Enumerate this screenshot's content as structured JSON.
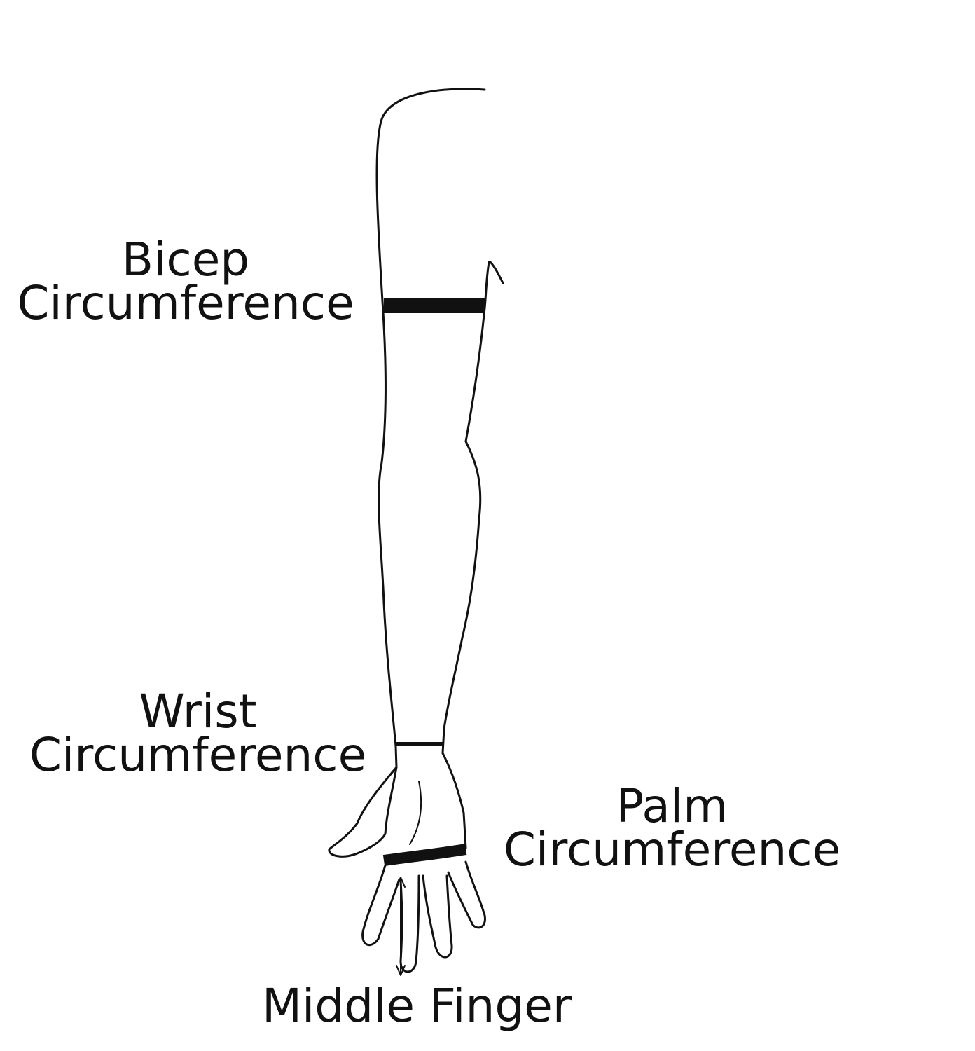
{
  "labels": {
    "bicep": {
      "line1": "Bicep",
      "line2": "Circumference"
    },
    "wrist": {
      "line1": "Wrist",
      "line2": "Circumference"
    },
    "palm": {
      "line1": "Palm",
      "line2": "Circumference"
    },
    "middle_finger": "Middle Finger"
  },
  "colors": {
    "ink": "#111111",
    "background": "#ffffff"
  }
}
